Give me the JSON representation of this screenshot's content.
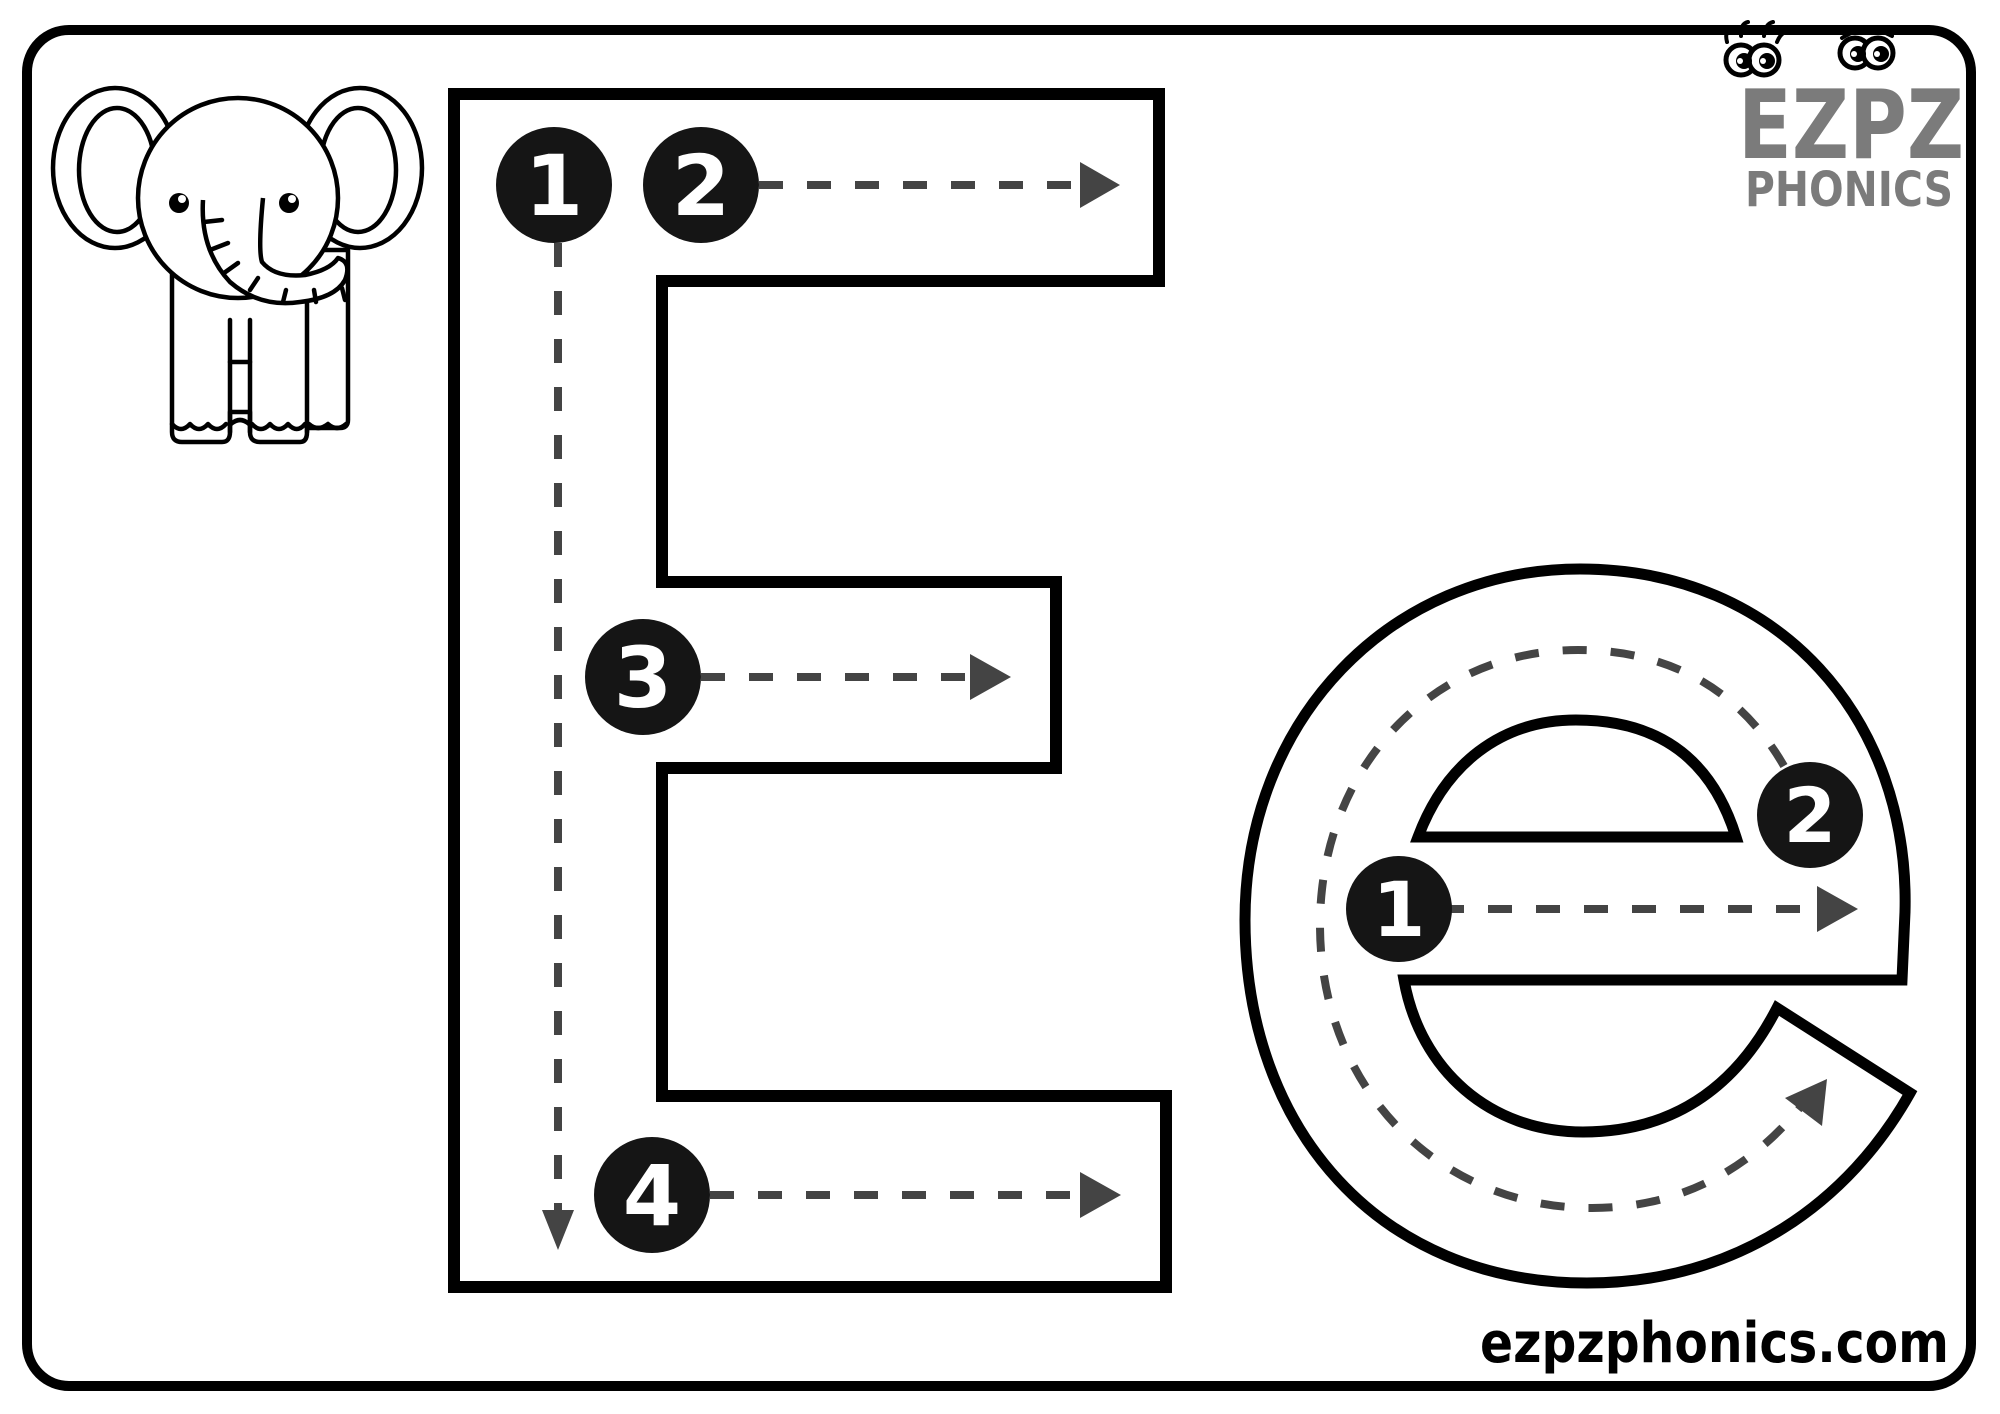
{
  "worksheet": {
    "title": "Letter Ee tracing",
    "uppercase_letter": "E",
    "lowercase_letter": "e",
    "picture": "elephant",
    "uppercase_steps": [
      {
        "number": "1",
        "direction": "down"
      },
      {
        "number": "2",
        "direction": "right"
      },
      {
        "number": "3",
        "direction": "right"
      },
      {
        "number": "4",
        "direction": "right"
      }
    ],
    "lowercase_steps": [
      {
        "number": "1",
        "direction": "right"
      },
      {
        "number": "2",
        "direction": "counter-clockwise curve"
      }
    ]
  },
  "logo": {
    "line1": "EZPZ",
    "line2": "PHONICS"
  },
  "footer": {
    "url": "ezpzphonics.com"
  },
  "colors": {
    "outline": "#000000",
    "guide": "#444444",
    "logo": "#7b7b7b",
    "badge": "#151515"
  }
}
